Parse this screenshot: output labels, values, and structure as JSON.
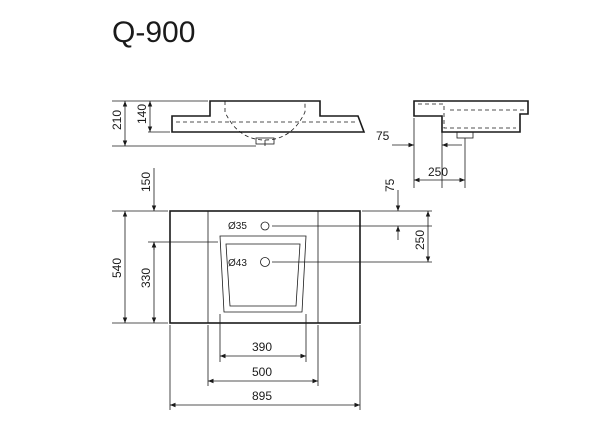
{
  "title": "Q-900",
  "side_view": {
    "height_total": "210",
    "height_basin": "140"
  },
  "end_view": {
    "offset": "75",
    "depth": "250"
  },
  "top_view": {
    "back_margin": "150",
    "tap_offset": "75",
    "hole_spacing": "250",
    "total_depth": "540",
    "basin_depth": "330",
    "tap_hole": "Ø35",
    "drain_hole": "Ø43",
    "basin_width": "390",
    "bowl_width": "500",
    "total_width": "895"
  }
}
